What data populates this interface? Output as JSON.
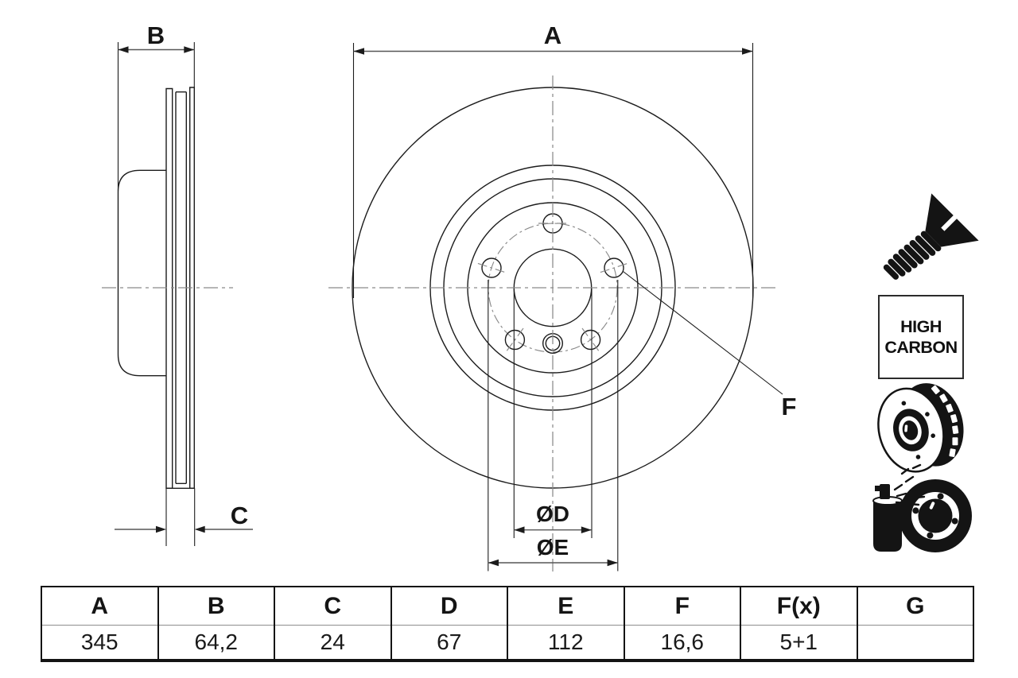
{
  "drawing": {
    "dimension_labels": {
      "a": "A",
      "b": "B",
      "c": "C",
      "d": "ØD",
      "e": "ØE",
      "f": "F"
    },
    "badge": {
      "line1": "HIGH",
      "line2": "CARBON"
    },
    "icons": {
      "screw": "countersunk-screw-icon",
      "vented_disc": "vented-brake-disc-icon",
      "spray": "coated-disc-spray-icon"
    },
    "colors": {
      "line": "#1c1c1c",
      "dimension": "#575757",
      "centerline": "#8a8a8a",
      "background": "#ffffff"
    }
  },
  "table": {
    "headers": [
      "A",
      "B",
      "C",
      "D",
      "E",
      "F",
      "F(x)",
      "G"
    ],
    "values": [
      "345",
      "64,2",
      "24",
      "67",
      "112",
      "16,6",
      "5+1",
      ""
    ]
  }
}
